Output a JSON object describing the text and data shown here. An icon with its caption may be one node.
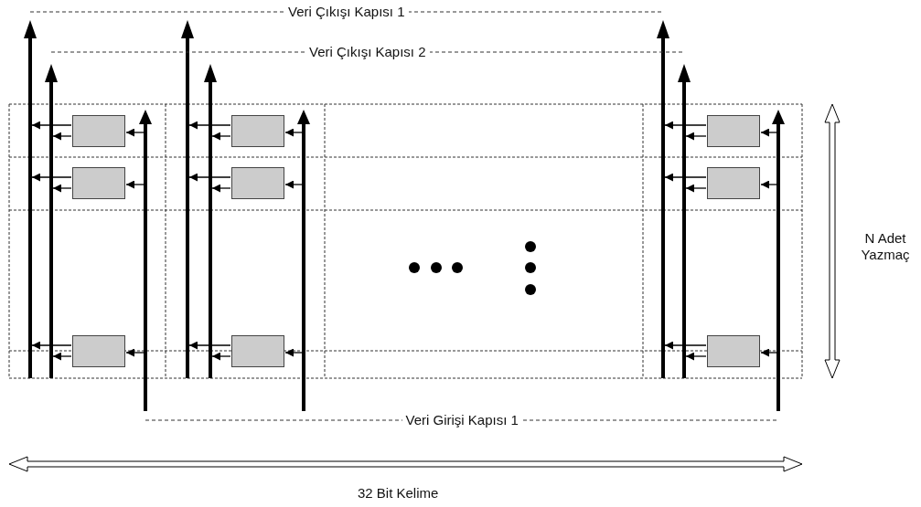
{
  "diagram": {
    "nodes": [
      {
        "text": [],
        "shape": "box"
      },
      {
        "text": [],
        "shape": "box"
      },
      {
        "text": [],
        "shape": "box"
      },
      {
        "text": [],
        "shape": "box"
      },
      {
        "text": [],
        "shape": "box"
      },
      {
        "text": [],
        "shape": "box"
      },
      {
        "text": [],
        "shape": "box"
      },
      {
        "text": [],
        "shape": "box"
      },
      {
        "text": [],
        "shape": "box"
      }
    ],
    "edges": [
      {
        "from": null,
        "to": 0,
        "arrow": "to"
      },
      {
        "from": 0,
        "to": null,
        "arrow": "to"
      },
      {
        "from": 0,
        "to": null,
        "arrow": "to"
      },
      {
        "from": null,
        "to": 1,
        "arrow": "to"
      },
      {
        "from": 1,
        "to": null,
        "arrow": "to"
      },
      {
        "from": 1,
        "to": null,
        "arrow": "to"
      },
      {
        "from": null,
        "to": 2,
        "arrow": "to"
      },
      {
        "from": 2,
        "to": null,
        "arrow": "to"
      },
      {
        "from": 2,
        "to": null,
        "arrow": "to"
      },
      {
        "from": null,
        "to": 3,
        "arrow": "to"
      },
      {
        "from": 3,
        "to": null,
        "arrow": "to"
      },
      {
        "from": 3,
        "to": null,
        "arrow": "to"
      },
      {
        "from": null,
        "to": 4,
        "arrow": "to"
      },
      {
        "from": 4,
        "to": null,
        "arrow": "to"
      },
      {
        "from": 4,
        "to": null,
        "arrow": "to"
      },
      {
        "from": null,
        "to": 5,
        "arrow": "to"
      },
      {
        "from": 5,
        "to": null,
        "arrow": "to"
      },
      {
        "from": 5,
        "to": null,
        "arrow": "to"
      },
      {
        "from": null,
        "to": 6,
        "arrow": "to"
      },
      {
        "from": 6,
        "to": null,
        "arrow": "to"
      },
      {
        "from": 6,
        "to": null,
        "arrow": "to"
      },
      {
        "from": null,
        "to": 7,
        "arrow": "to"
      },
      {
        "from": 7,
        "to": null,
        "arrow": "to"
      },
      {
        "from": 7,
        "to": null,
        "arrow": "to"
      },
      {
        "from": null,
        "to": 8,
        "arrow": "to"
      },
      {
        "from": 8,
        "to": null,
        "arrow": "to"
      },
      {
        "from": 8,
        "to": null,
        "arrow": "to"
      }
    ],
    "labels": [
      "Veri Çıkışı Kapısı 1",
      "Veri Çıkışı Kapısı 2",
      "N Adet Yazmaç",
      "Veri Girişi Kapısı 1",
      "32 Bit Kelime"
    ]
  }
}
